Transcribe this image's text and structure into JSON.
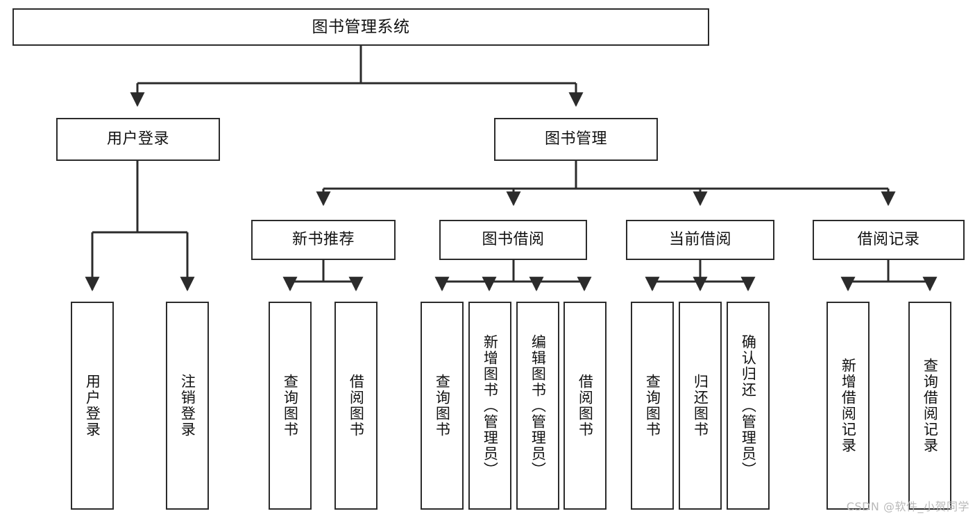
{
  "diagram": {
    "type": "tree",
    "title": "图书管理系统",
    "orientation": "top-down",
    "colors": {
      "box_border": "#2b2b2b",
      "box_fill": "#ffffff",
      "edge": "#2b2b2b",
      "text": "#111111",
      "watermark": "#b9b9b9",
      "background": "#ffffff"
    }
  },
  "nodes": {
    "root": {
      "label": "图书管理系统"
    },
    "tier2": [
      {
        "id": "user-login",
        "label": "用户登录"
      },
      {
        "id": "book-manage",
        "label": "图书管理"
      }
    ],
    "tier3": [
      {
        "id": "new-book-recommend",
        "label": "新书推荐"
      },
      {
        "id": "book-borrow",
        "label": "图书借阅"
      },
      {
        "id": "current-borrow",
        "label": "当前借阅"
      },
      {
        "id": "borrow-record",
        "label": "借阅记录"
      }
    ],
    "leaves": {
      "user-login": [
        {
          "id": "leaf-user-login",
          "label": "用户登录"
        },
        {
          "id": "leaf-user-logout",
          "label": "注销登录"
        }
      ],
      "new-book-recommend": [
        {
          "id": "leaf-query-book-1",
          "label": "查询图书"
        },
        {
          "id": "leaf-borrow-book-1",
          "label": "借阅图书"
        }
      ],
      "book-borrow": [
        {
          "id": "leaf-query-book-2",
          "label": "查询图书"
        },
        {
          "id": "leaf-add-book",
          "label": "新增图书（管理员）"
        },
        {
          "id": "leaf-edit-book",
          "label": "编辑图书（管理员）"
        },
        {
          "id": "leaf-borrow-book-2",
          "label": "借阅图书"
        }
      ],
      "current-borrow": [
        {
          "id": "leaf-query-book-3",
          "label": "查询图书"
        },
        {
          "id": "leaf-return-book",
          "label": "归还图书"
        },
        {
          "id": "leaf-confirm-return",
          "label": "确认归还（管理员）"
        }
      ],
      "borrow-record": [
        {
          "id": "leaf-add-record",
          "label": "新增借阅记录"
        },
        {
          "id": "leaf-query-record",
          "label": "查询借阅记录"
        }
      ]
    }
  },
  "watermark": {
    "text": "CSDN @软件_小贺同学"
  }
}
